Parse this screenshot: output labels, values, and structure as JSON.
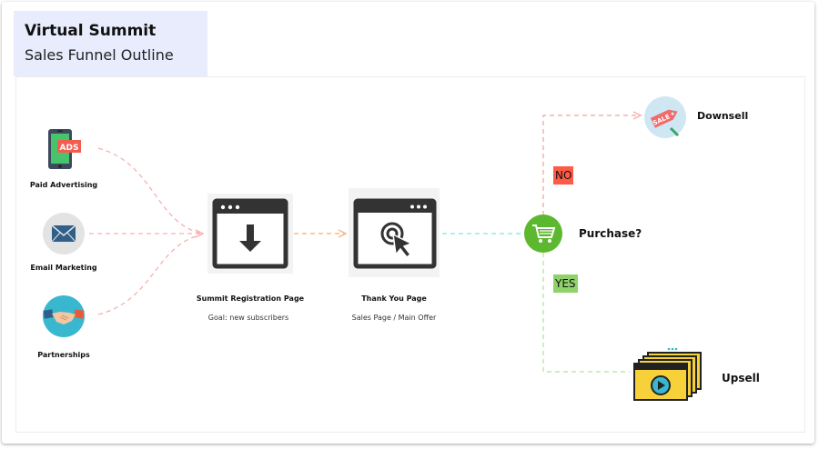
{
  "header": {
    "title": "Virtual Summit",
    "subtitle": "Sales Funnel Outline"
  },
  "sources": [
    {
      "label": "Paid Advertising",
      "icon": "ads-phone-icon"
    },
    {
      "label": "Email Marketing",
      "icon": "envelope-icon"
    },
    {
      "label": "Partnerships",
      "icon": "handshake-icon"
    }
  ],
  "steps": [
    {
      "title": "Summit Registration Page",
      "subtitle": "Goal: new subscribers",
      "icon": "download-window-icon"
    },
    {
      "title": "Thank You Page",
      "subtitle": "Sales Page / Main Offer",
      "icon": "click-window-icon"
    }
  ],
  "decision": {
    "label": "Purchase?",
    "icon": "shopping-cart-icon",
    "no_label": "NO",
    "yes_label": "YES"
  },
  "outcomes": {
    "downsell": {
      "label": "Downsell",
      "icon": "sale-tag-icon",
      "tag_text": "SALE"
    },
    "upsell": {
      "label": "Upsell",
      "icon": "video-windows-icon"
    }
  },
  "icon_text": {
    "ads": "ADS"
  },
  "colors": {
    "title_bg": "#e8ecfd",
    "cart_green": "#5cb82e",
    "no_red": "#ff5a45",
    "yes_green": "#8fd26a",
    "connector_pink": "#f7b0b0",
    "connector_orange": "#f7b98a",
    "connector_blue": "#9ee3ef",
    "connector_green": "#bfe8a8",
    "upsell_yellow": "#f7d13a"
  }
}
